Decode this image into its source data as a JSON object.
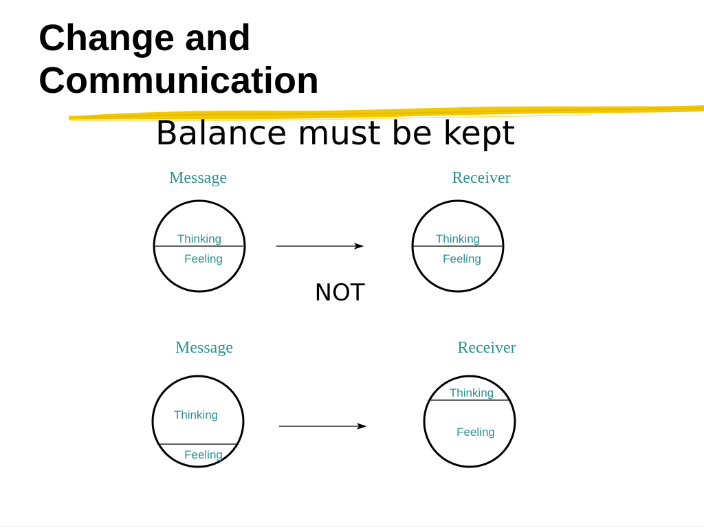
{
  "slide": {
    "title_line1": "Change and",
    "title_line2": "Communication",
    "subtitle": "Balance must be kept",
    "middle_label": "NOT"
  },
  "top_row": {
    "left_label": "Message",
    "right_label": "Receiver",
    "left_circle": {
      "top_text": "Thinking",
      "bottom_text": "Feeling"
    },
    "right_circle": {
      "top_text": "Thinking",
      "bottom_text": "Feeling"
    }
  },
  "bottom_row": {
    "left_label": "Message",
    "right_label": "Receiver",
    "left_circle": {
      "top_text": "Thinking",
      "bottom_text": "Feeling"
    },
    "right_circle": {
      "top_text": "Thinking",
      "bottom_text": "Feeling"
    }
  },
  "colors": {
    "accent_stroke": "#f2c800",
    "label_teal": "#2f8f8f",
    "text": "#000000"
  }
}
